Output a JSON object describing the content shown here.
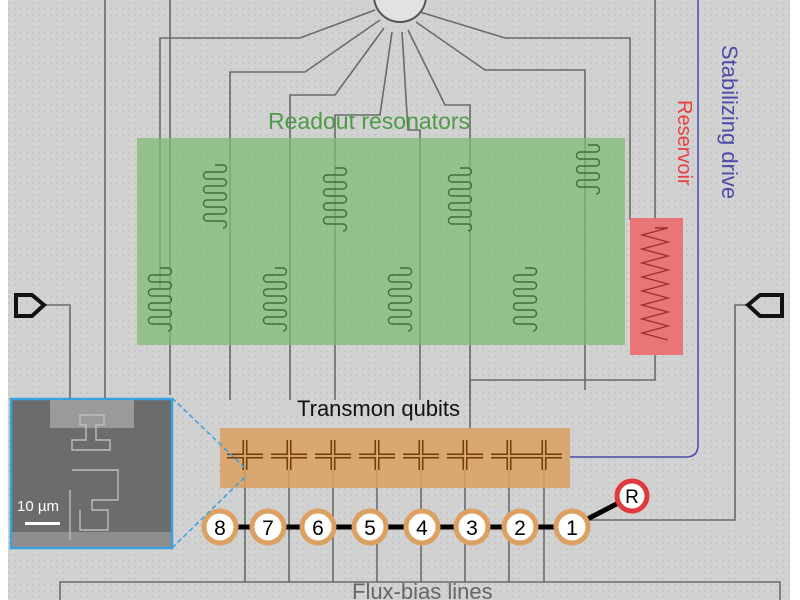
{
  "labels": {
    "readout": "Readout resonators",
    "transmon": "Transmon qubits",
    "flux": "Flux-bias lines",
    "reservoir": "Reservoir",
    "drive": "Stabilizing drive",
    "scale": "10 µm"
  },
  "qubits": [
    "8",
    "7",
    "6",
    "5",
    "4",
    "3",
    "2",
    "1"
  ],
  "reservoir_node": "R",
  "colors": {
    "chip": "#d2d2d2",
    "readout": "#7fbb74",
    "reservoir": "#ec6a6c",
    "transmon": "#dba062",
    "drive": "#4a4aa8",
    "inset_border": "#3aa0e0"
  }
}
